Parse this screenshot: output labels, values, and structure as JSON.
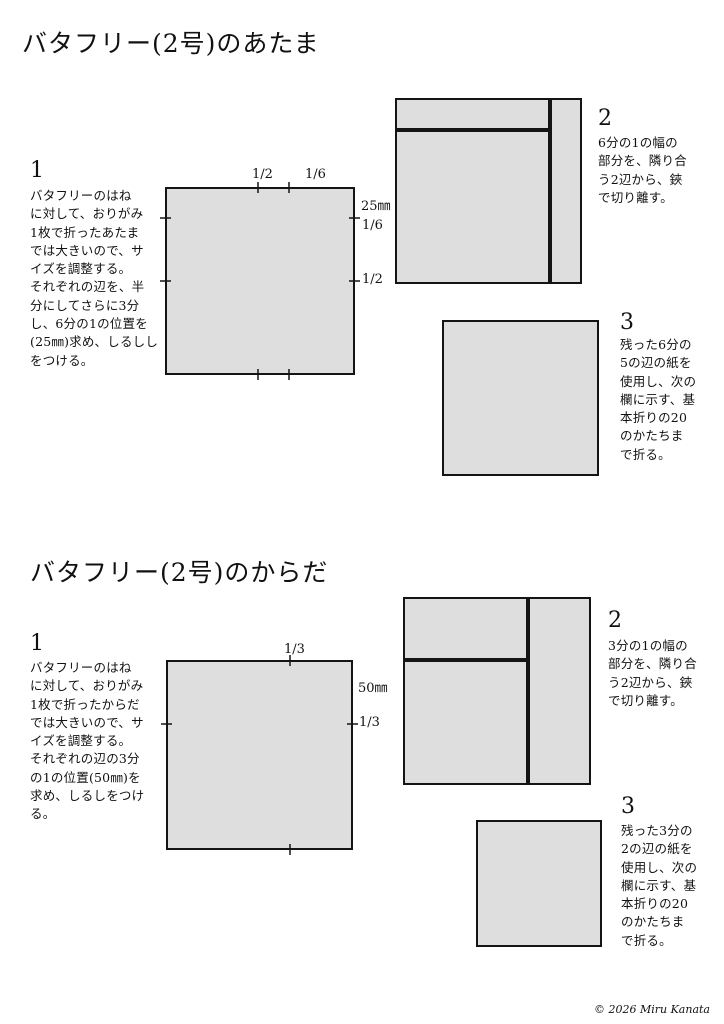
{
  "head": {
    "title": "バタフリー(2号)のあたま",
    "step1": {
      "number": "1",
      "text": "バタフリーのはね\nに対して、おりがみ\n1枚で折ったあたま\nでは大きいので、サ\nイズを調整する。\nそれぞれの辺を、半\n分にしてさらに3分\nし、6分の1の位置を\n(25㎜)求め、しるしし\nをつける。",
      "mark_top_half": "1/2",
      "mark_top_sixth": "1/6",
      "mark_right_mm": "25㎜",
      "mark_right_sixth": "1/6",
      "mark_right_half": "1/2"
    },
    "step2": {
      "number": "2",
      "text": "6分の1の幅の\n部分を、隣り合\nう2辺から、鋏\nで切り離す。"
    },
    "step3": {
      "number": "3",
      "text": "残った6分の\n5の辺の紙を\n使用し、次の\n欄に示す、基\n本折りの20\nのかたちま\nで折る。"
    }
  },
  "body": {
    "title": "バタフリー(2号)のからだ",
    "step1": {
      "number": "1",
      "text": "バタフリーのはね\nに対して、おりがみ\n1枚で折ったからだ\nでは大きいので、サ\nイズを調整する。\nそれぞれの辺の3分\nの1の位置(50㎜)を\n求め、しるしをつけ\nる。",
      "mark_top_third": "1/3",
      "mark_right_mm": "50㎜",
      "mark_right_third": "1/3"
    },
    "step2": {
      "number": "2",
      "text": "3分の1の幅の\n部分を、隣り合\nう2辺から、鋏\nで切り離す。"
    },
    "step3": {
      "number": "3",
      "text": "残った3分の\n2の辺の紙を\n使用し、次の\n欄に示す、基\n本折りの20\nのかたちま\nで折る。"
    }
  },
  "copyright": "© 2026 Miru Kanata",
  "colors": {
    "paper_fill": "#dedede",
    "outline": "#141414"
  }
}
